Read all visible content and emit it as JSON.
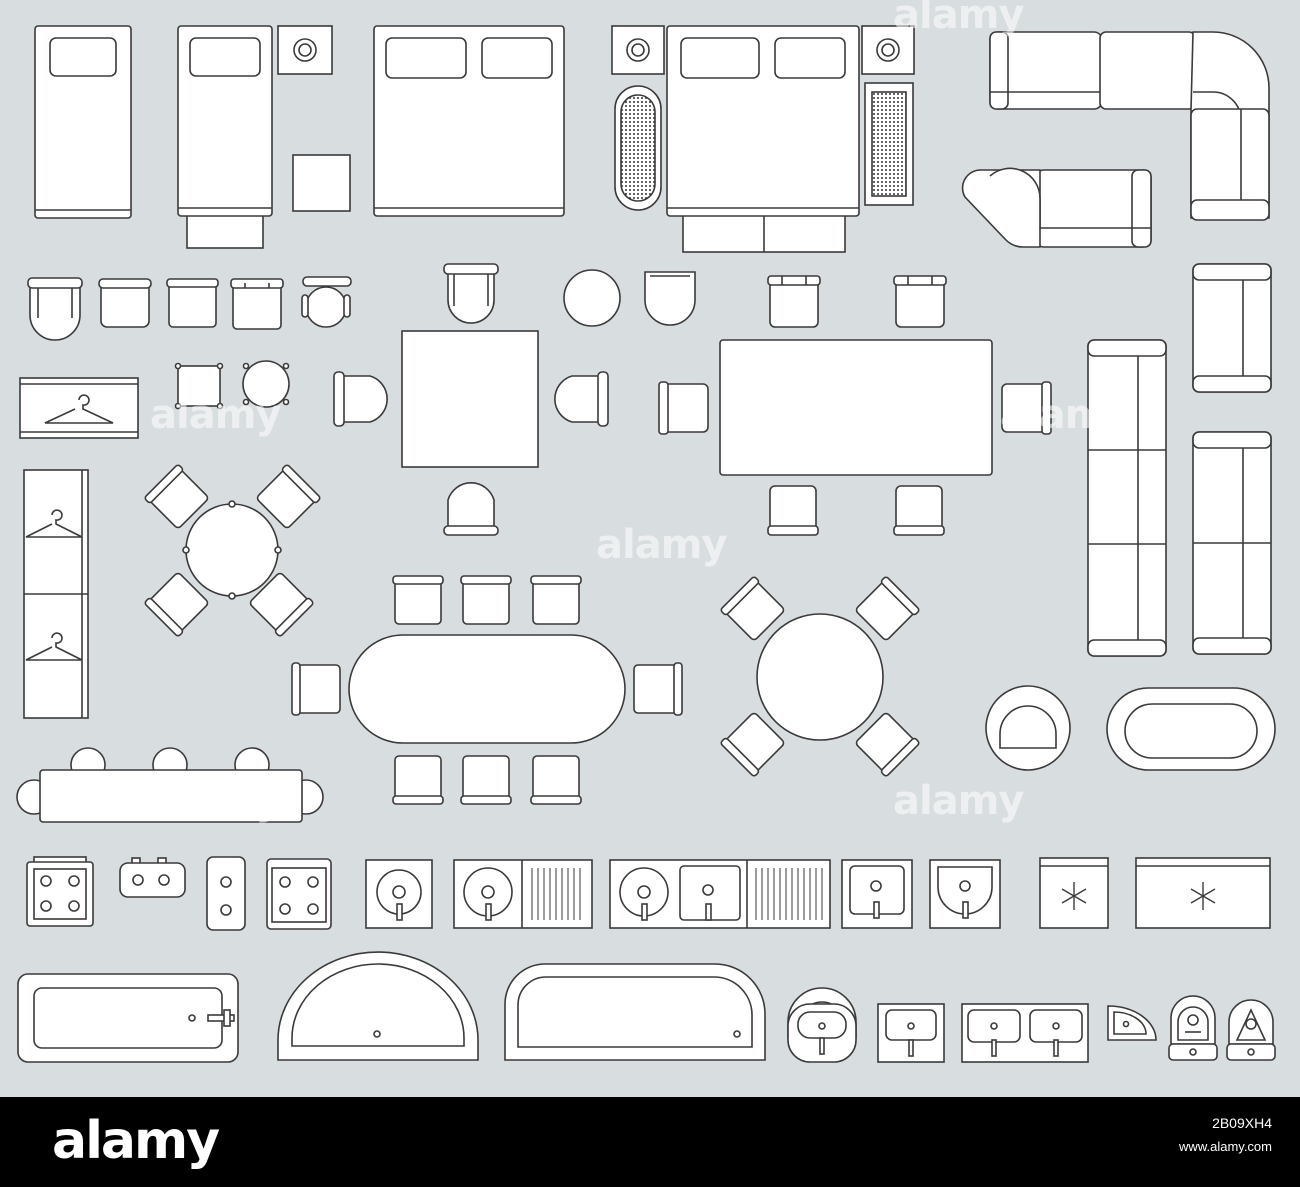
{
  "watermark": "alamy",
  "footer": {
    "brand": "alamy",
    "image_id": "2B09XH4",
    "site": "www.alamy.com"
  },
  "colors": {
    "background": "#d8dde0",
    "furniture_fill": "#ffffff",
    "furniture_stroke": "#3a3a3a",
    "footer": "#000000"
  }
}
